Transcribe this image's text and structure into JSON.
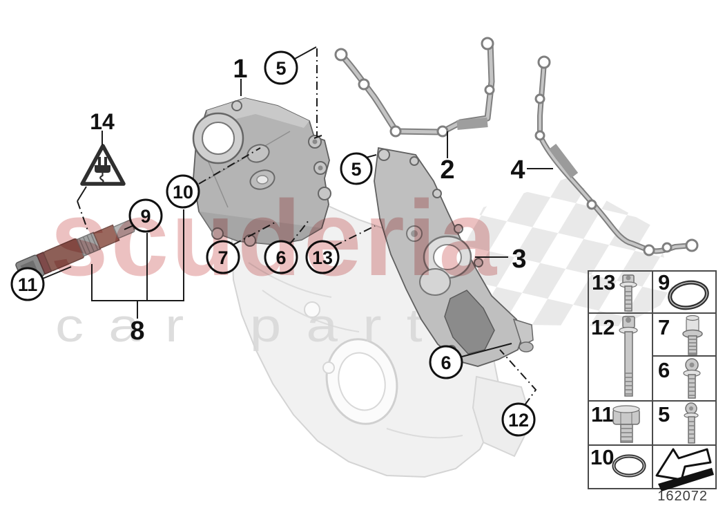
{
  "watermark": {
    "brand": "scuderia",
    "tagline": "car parts",
    "brand_color": "#c84848",
    "tagline_color": "#d8d8d8"
  },
  "callouts": {
    "plain": [
      "1",
      "2",
      "3",
      "4",
      "8",
      "14"
    ],
    "circled": [
      "5",
      "5",
      "7",
      "6",
      "13",
      "6",
      "9",
      "10",
      "11",
      "12"
    ]
  },
  "warning": {
    "icon": "electrical-plug-warning-triangle"
  },
  "table": {
    "cells": [
      {
        "num": "13",
        "icon": "torx-flange-bolt"
      },
      {
        "num": "9",
        "icon": "o-ring"
      },
      {
        "num": "12",
        "icon": "long-torx-flange-bolt"
      },
      {
        "num": "7",
        "icon": "cylinder-head-collar-bolt"
      },
      {
        "num": "6",
        "icon": "torx-flange-bolt-medium"
      },
      {
        "num": "11",
        "icon": "hex-flange-bolt"
      },
      {
        "num": "5",
        "icon": "long-torx-bolt-thin"
      },
      {
        "num": "10",
        "icon": "o-ring-small"
      },
      {
        "num": "",
        "icon": "continuation-arrow"
      }
    ]
  },
  "footer": {
    "doc_number": "162072"
  },
  "colors": {
    "annotation": "#1a1a1a",
    "part_gray": "#b4b4b4",
    "ghost_gray": "#f1f1f1",
    "sensor_brown": "#8d5f57",
    "sensor_maroon": "#7e4a4a"
  }
}
